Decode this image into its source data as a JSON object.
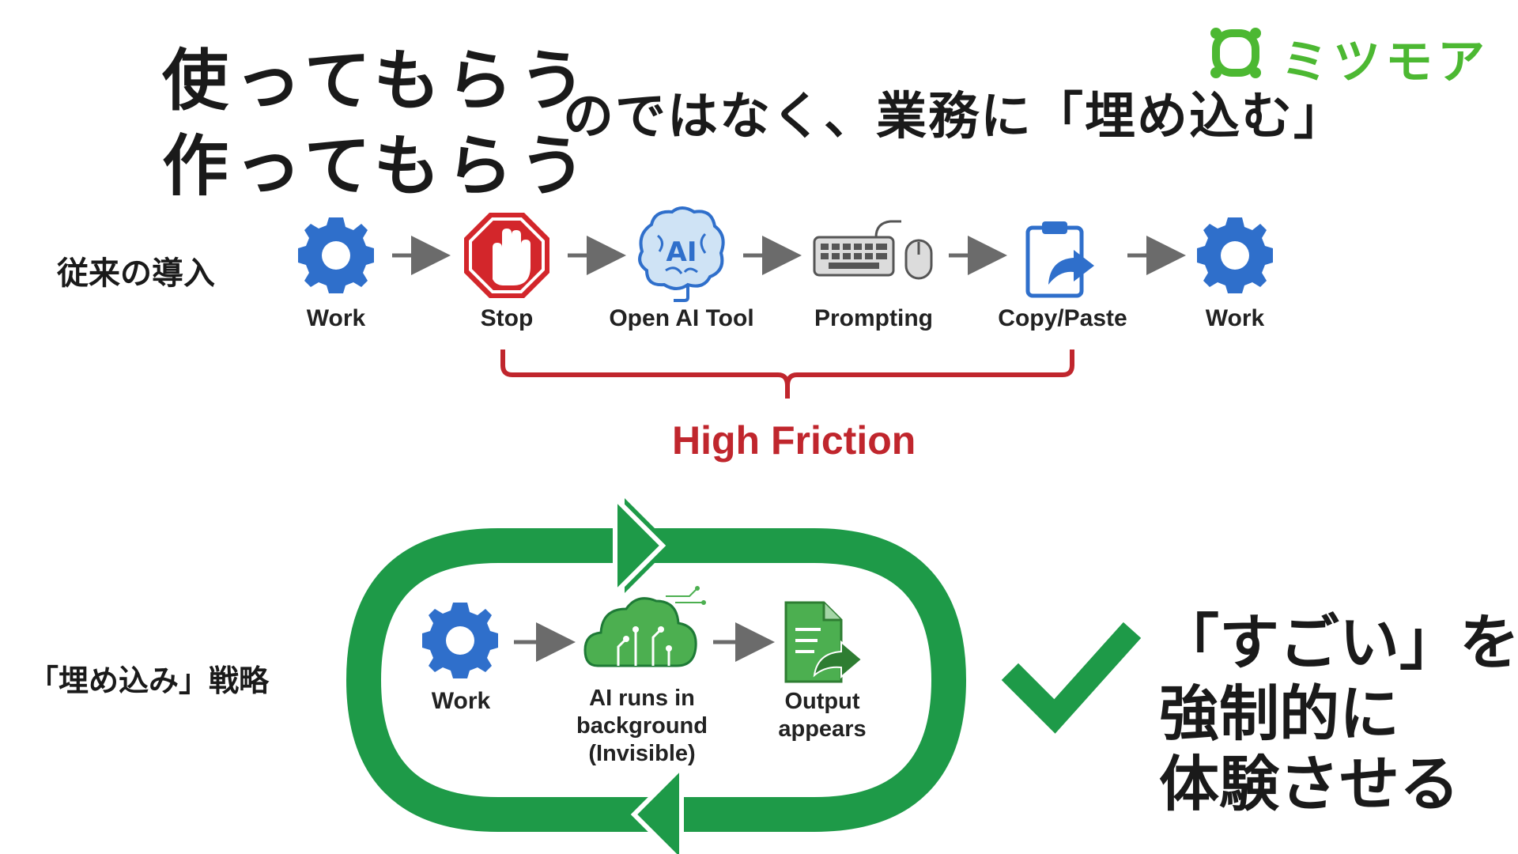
{
  "brand": {
    "name": "ミツモア",
    "color": "#4cb832",
    "logo_icon": "clover-logo-icon"
  },
  "headline": {
    "struck_lines": [
      "使ってもらう",
      "作ってもらう"
    ],
    "main": "のではなく、業務に「埋め込む」"
  },
  "traditional": {
    "label": "従来の導入",
    "steps": [
      {
        "label": "Work",
        "icon": "gear-icon"
      },
      {
        "label": "Stop",
        "icon": "stop-hand-icon"
      },
      {
        "label": "Open AI Tool",
        "icon": "ai-brain-icon"
      },
      {
        "label": "Prompting",
        "icon": "keyboard-mouse-icon"
      },
      {
        "label": "Copy/Paste",
        "icon": "clipboard-share-icon"
      },
      {
        "label": "Work",
        "icon": "gear-icon"
      }
    ],
    "friction_label": "High Friction",
    "friction_color": "#c0262d"
  },
  "embedded": {
    "label": "「埋め込み」戦略",
    "steps": [
      {
        "label": "Work",
        "icon": "gear-icon"
      },
      {
        "label": "AI runs in background (Invisible)",
        "lines": [
          "AI runs in",
          "background",
          "(Invisible)"
        ],
        "icon": "ai-cloud-icon"
      },
      {
        "label": "Output appears",
        "lines": [
          "Output",
          "appears"
        ],
        "icon": "document-output-icon"
      }
    ],
    "loop_color": "#1e9a48",
    "check_icon": "checkmark-icon"
  },
  "message": {
    "lines": [
      "「すごい」を",
      "強制的に",
      "体験させる"
    ]
  },
  "colors": {
    "gear_blue": "#2f6fcb",
    "stop_red": "#d3262b",
    "arrow_gray": "#6b6b6b",
    "doc_green": "#4caf50"
  }
}
